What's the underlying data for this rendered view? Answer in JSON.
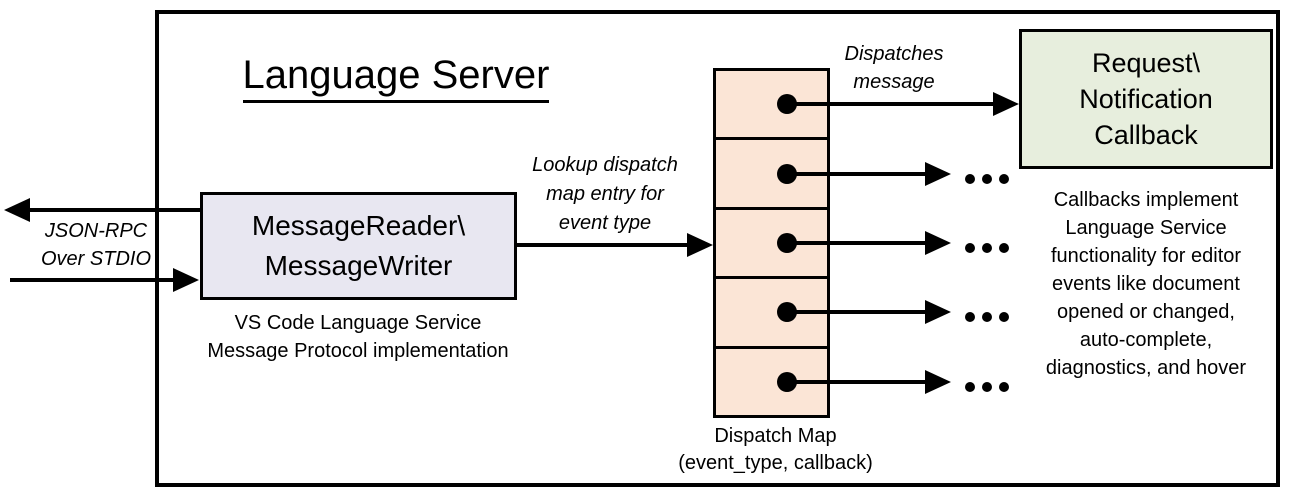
{
  "colors": {
    "outline": "#000000",
    "reader_box_fill": "#e8e7f1",
    "dispatch_cell_fill": "#fbe5d6",
    "callback_box_fill": "#e7eedd",
    "background": "#ffffff"
  },
  "diagram": {
    "title": "Language Server",
    "json_rpc_label": "JSON-RPC\nOver STDIO",
    "reader_box_label": "MessageReader\\\nMessageWriter",
    "reader_caption": "VS Code Language Service\nMessage Protocol implementation",
    "lookup_label": "Lookup dispatch\nmap entry for\nevent type",
    "dispatches_label": "Dispatches\nmessage",
    "dispatch_map": {
      "rows": 5,
      "caption": "Dispatch Map\n(event_type, callback)"
    },
    "callback_box_label": "Request\\\nNotification\nCallback",
    "callbacks_note": "Callbacks implement\nLanguage Service\nfunctionality for editor\nevents like document\nopened or changed,\nauto-complete,\ndiagnostics, and hover",
    "ellipsis": "..."
  }
}
